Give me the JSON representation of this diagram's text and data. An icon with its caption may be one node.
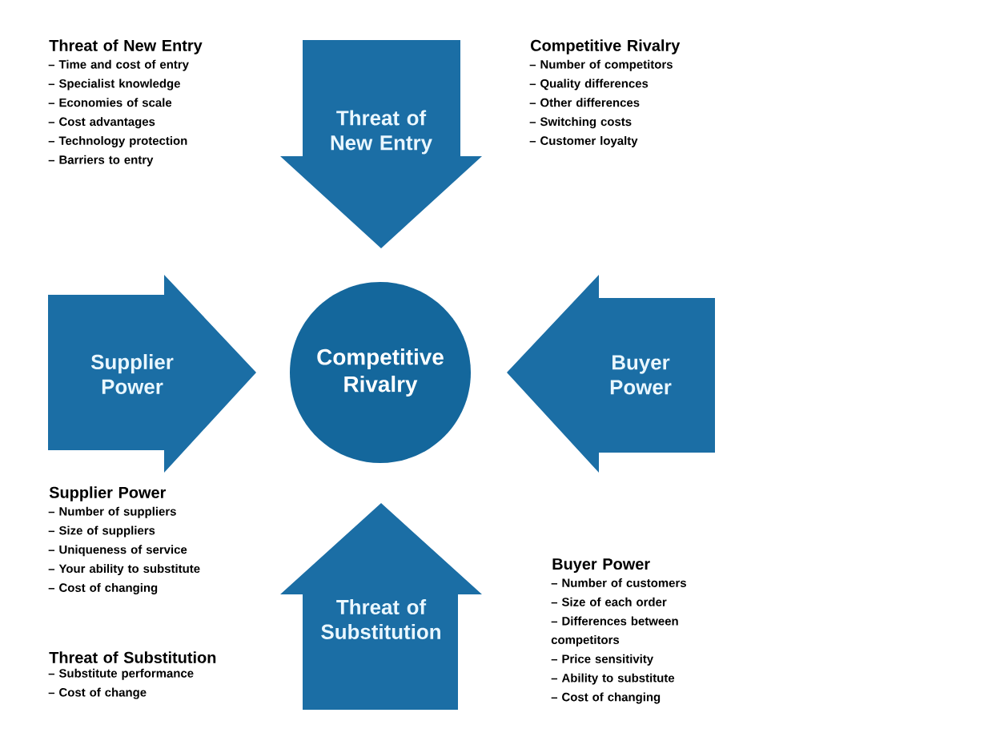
{
  "diagram": {
    "nodes": [
      {
        "text": [
          "Threat of New Entry"
        ]
      },
      {
        "text": [
          "Supplier Power"
        ]
      },
      {
        "text": [
          "Competitive Rivalry"
        ]
      },
      {
        "text": [
          "Buyer Power"
        ]
      },
      {
        "text": [
          "Threat of Substitution"
        ]
      }
    ],
    "labels": [
      "Threat of New Entry",
      "– Time and cost of entry",
      "– Specialist knowledge",
      "– Economies of scale",
      "– Cost advantages",
      "– Technology protection",
      "– Barriers to entry",
      "Competitive Rivalry",
      "– Number of competitors",
      "– Quality differences",
      "– Other differences",
      "– Switching costs",
      "– Customer loyalty",
      "Supplier Power",
      "– Number of suppliers",
      "– Size of suppliers",
      "– Uniqueness of service",
      "– Your ability to substitute",
      "– Cost of changing",
      "Buyer Power",
      "– Number of customers",
      "– Size of each order",
      "– Differences between competitors",
      "– Price sensitivity",
      "– Ability to substitute",
      "– Cost of changing",
      "Threat of Substitution",
      "– Substitute performance",
      "– Cost of change"
    ]
  }
}
